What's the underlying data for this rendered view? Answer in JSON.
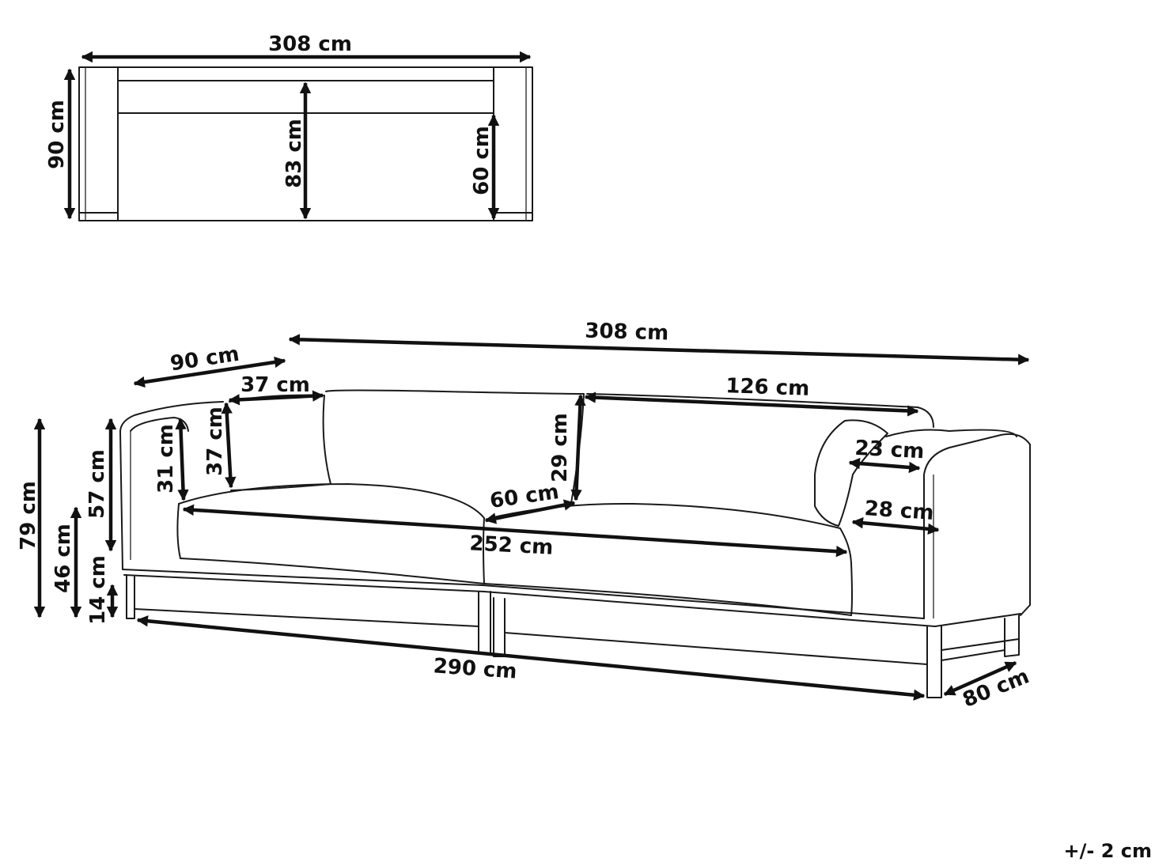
{
  "colors": {
    "ink": "#111111",
    "background": "#ffffff"
  },
  "top_view": {
    "width": "308 cm",
    "depth": "90 cm",
    "backrest_depth_inner": "83 cm",
    "seat_depth": "60 cm"
  },
  "front_view": {
    "total_width": "308 cm",
    "depth": "90 cm",
    "cushion_width": "37 cm",
    "cushion_height": "37 cm",
    "armrest_inner_height": "31 cm",
    "back_cushion_width": "126 cm",
    "back_cushion_height": "29 cm",
    "seat_depth": "60 cm",
    "armrest_top_width": "23 cm",
    "armrest_side_width": "28 cm",
    "seat_width": "252  cm",
    "base_width": "290 cm",
    "base_depth": "80 cm",
    "total_height": "79 cm",
    "armrest_height": "57 cm",
    "seat_height": "46 cm",
    "leg_height": "14 cm"
  },
  "tolerance": "+/- 2 cm"
}
